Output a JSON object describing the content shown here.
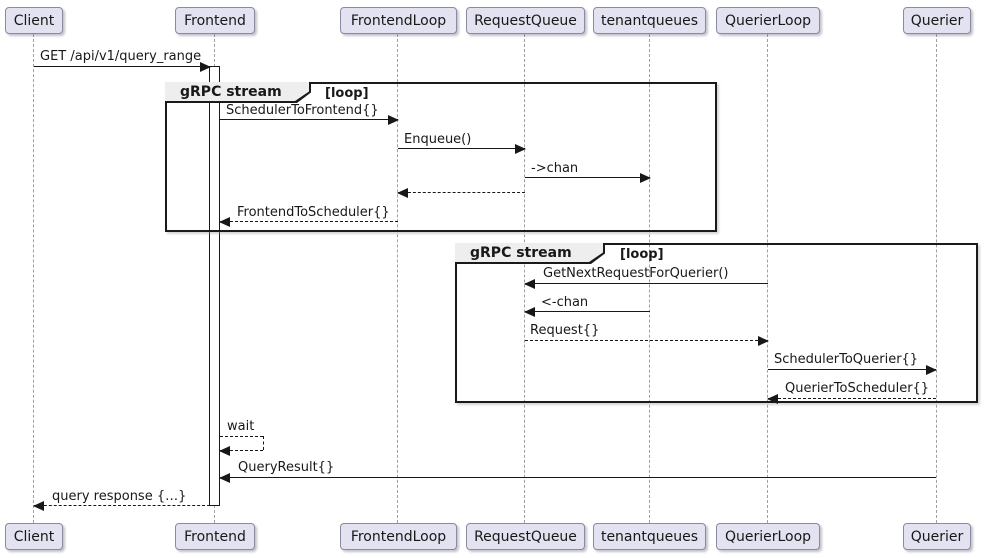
{
  "diagram_type": "sequence",
  "colors": {
    "background": "#FFFFFF",
    "participant_fill": "#E2E2F0",
    "participant_border": "#8A8AA0",
    "lifeline": "#A0A0A0",
    "line": "#181818",
    "group_header_fill": "#EEEEEE"
  },
  "participants": [
    {
      "name": "Client"
    },
    {
      "name": "Frontend"
    },
    {
      "name": "FrontendLoop"
    },
    {
      "name": "RequestQueue"
    },
    {
      "name": "tenantqueues"
    },
    {
      "name": "QuerierLoop"
    },
    {
      "name": "Querier"
    }
  ],
  "groups": [
    {
      "title": "gRPC stream",
      "tag": "[loop]"
    },
    {
      "title": "gRPC stream",
      "tag": "[loop]"
    }
  ],
  "messages": [
    {
      "label": "GET /api/v1/query_range",
      "from": "Client",
      "to": "Frontend",
      "style": "solid"
    },
    {
      "label": "SchedulerToFrontend{}",
      "from": "Frontend",
      "to": "FrontendLoop",
      "style": "solid"
    },
    {
      "label": "Enqueue()",
      "from": "FrontendLoop",
      "to": "RequestQueue",
      "style": "solid"
    },
    {
      "label": "->chan",
      "from": "RequestQueue",
      "to": "tenantqueues",
      "style": "solid"
    },
    {
      "label": "",
      "from": "RequestQueue",
      "to": "FrontendLoop",
      "style": "dashed"
    },
    {
      "label": "FrontendToScheduler{}",
      "from": "FrontendLoop",
      "to": "Frontend",
      "style": "dashed"
    },
    {
      "label": "GetNextRequestForQuerier()",
      "from": "QuerierLoop",
      "to": "RequestQueue",
      "style": "solid"
    },
    {
      "label": "<-chan",
      "from": "tenantqueues",
      "to": "RequestQueue",
      "style": "solid"
    },
    {
      "label": "Request{}",
      "from": "RequestQueue",
      "to": "QuerierLoop",
      "style": "dashed"
    },
    {
      "label": "SchedulerToQuerier{}",
      "from": "QuerierLoop",
      "to": "Querier",
      "style": "solid"
    },
    {
      "label": "QuerierToScheduler{}",
      "from": "Querier",
      "to": "QuerierLoop",
      "style": "dashed"
    },
    {
      "label": "wait",
      "from": "Frontend",
      "to": "Frontend",
      "style": "dashed-self"
    },
    {
      "label": "QueryResult{}",
      "from": "Querier",
      "to": "Frontend",
      "style": "solid"
    },
    {
      "label": "query response {…}",
      "from": "Frontend",
      "to": "Client",
      "style": "dashed"
    }
  ]
}
